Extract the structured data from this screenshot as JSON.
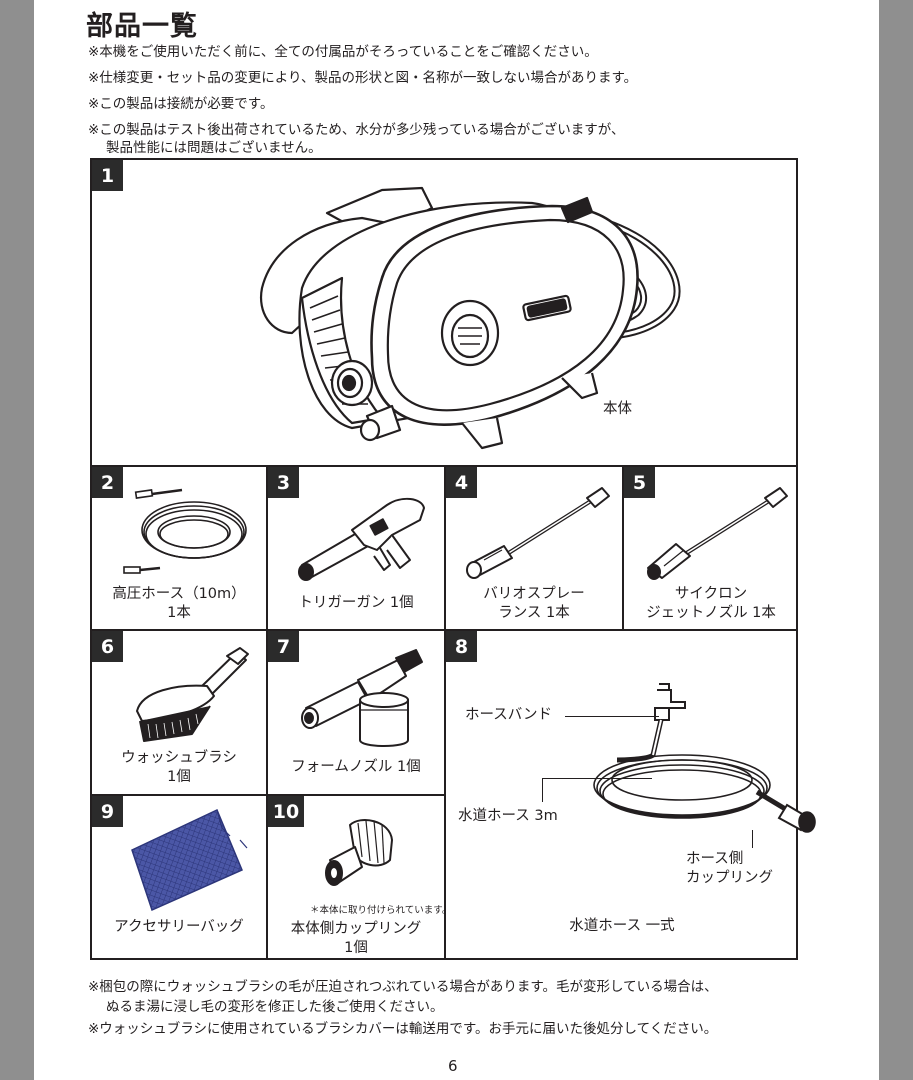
{
  "heading": "部品一覧",
  "notes": [
    "※本機をご使用いただく前に、全ての付属品がそろっていることをご確認ください。",
    "※仕様変更・セット品の変更により、製品の形状と図・名称が一致しない場合があります。",
    "※この製品は接続が必要です。",
    "※この製品はテスト後出荷されているため、水分が多少残っている場合がございますが、",
    "製品性能には問題はございません。"
  ],
  "parts": [
    {
      "number": "1",
      "name": "本体"
    },
    {
      "number": "2",
      "name": "高圧ホース（10m）",
      "qty": "1本"
    },
    {
      "number": "3",
      "name": "トリガーガン 1個"
    },
    {
      "number": "4",
      "name": "バリオスプレー",
      "qty": "ランス 1本"
    },
    {
      "number": "5",
      "name": "サイクロン",
      "qty": "ジェットノズル 1本"
    },
    {
      "number": "6",
      "name": "ウォッシュブラシ",
      "qty": "1個"
    },
    {
      "number": "7",
      "name": "フォームノズル 1個"
    },
    {
      "number": "8",
      "name": "水道ホース 一式"
    },
    {
      "number": "9",
      "name": "アクセサリーバッグ"
    },
    {
      "number": "10",
      "name": "本体側カップリング",
      "qty": "1個",
      "note": "＊本体に取り付けられています。"
    }
  ],
  "hose_callouts": {
    "band": "ホースバンド",
    "hose": "水道ホース 3m",
    "coupling_line1": "ホース側",
    "coupling_line2": "カップリング"
  },
  "footnotes": [
    "※梱包の際にウォッシュブラシの毛が圧迫されつぶれている場合があります。毛が変形している場合は、",
    "ぬるま湯に浸し毛の変形を修正した後ご使用ください。",
    "※ウォッシュブラシに使用されているブラシカバーは輸送用です。お手元に届いた後処分してください。"
  ],
  "page_number": "6"
}
